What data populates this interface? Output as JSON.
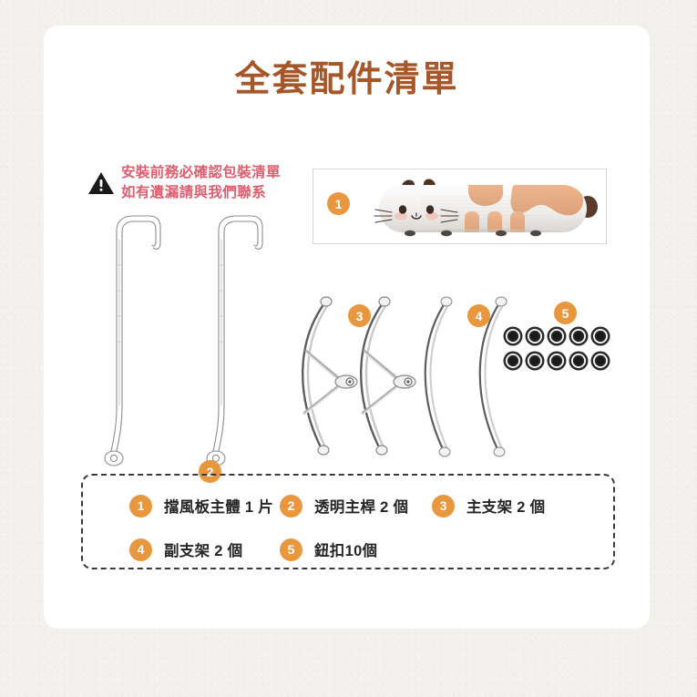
{
  "title": "全套配件清單",
  "warning": {
    "icon": "warning-triangle-icon",
    "line1": "安裝前務必確認包裝清單",
    "line2": "如有遺漏請與我們聯系"
  },
  "badges": {
    "item1": "1",
    "item2": "2",
    "item3": "3",
    "item4": "4",
    "item5": "5"
  },
  "parts": [
    {
      "num": "1",
      "label": "擋風板主體 1 片",
      "icon": "cat-windshield-body-icon"
    },
    {
      "num": "2",
      "label": "透明主桿 2 個",
      "icon": "transparent-main-rod-icon"
    },
    {
      "num": "3",
      "label": "主支架 2 個",
      "icon": "main-bracket-icon"
    },
    {
      "num": "4",
      "label": "副支架 2 個",
      "icon": "sub-bracket-icon"
    },
    {
      "num": "5",
      "label": "鈕扣10個",
      "icon": "button-snap-icon"
    }
  ],
  "colors": {
    "title": "#a5572a",
    "warning_text": "#e05c6e",
    "badge": "#e8973f",
    "legend_border": "#3a3a3a",
    "page_background": "#f3f1ee",
    "card_background": "#ffffff",
    "cat_patch": "#e8b189",
    "cat_dark": "#5a3b2b"
  }
}
